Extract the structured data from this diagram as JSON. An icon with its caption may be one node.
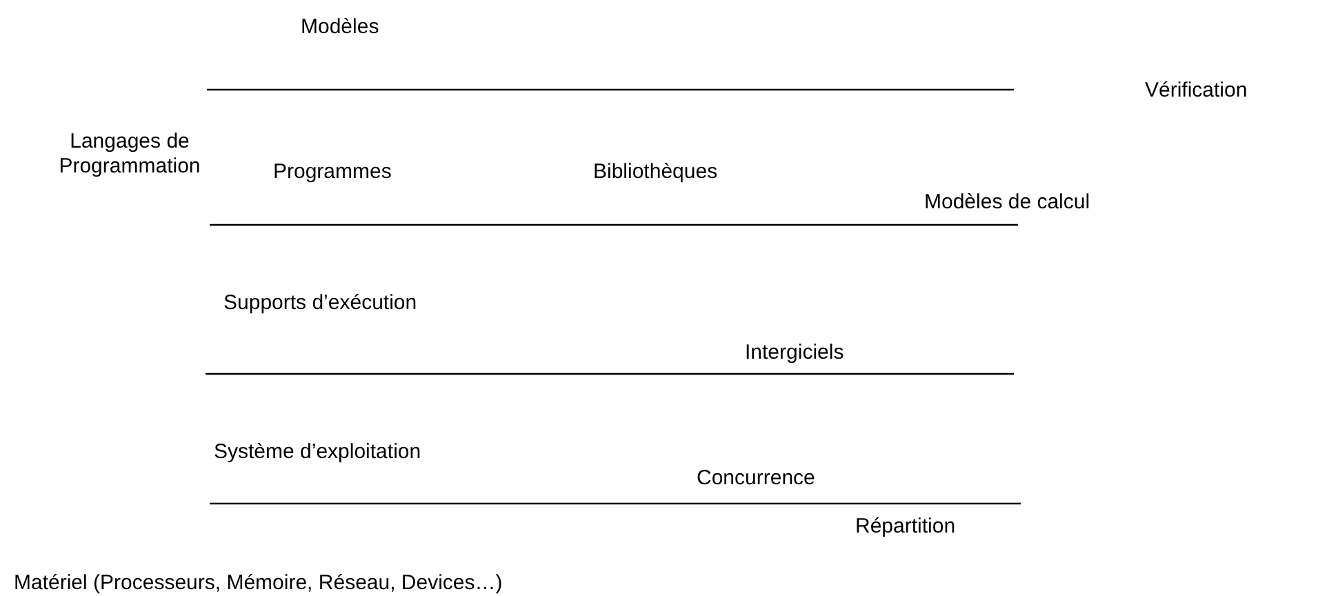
{
  "diagram": {
    "labels": [
      "Modèles",
      "Vérification",
      "Langages de Programmation",
      "Programmes",
      "Bibliothèques",
      "Modèles de calcul",
      "Supports d’exécution",
      "Intergiciels",
      "Système d’exploitation",
      "Concurrence",
      "Répartition",
      "Matériel (Processeurs, Mémoire, Réseau, Devices…)"
    ]
  }
}
